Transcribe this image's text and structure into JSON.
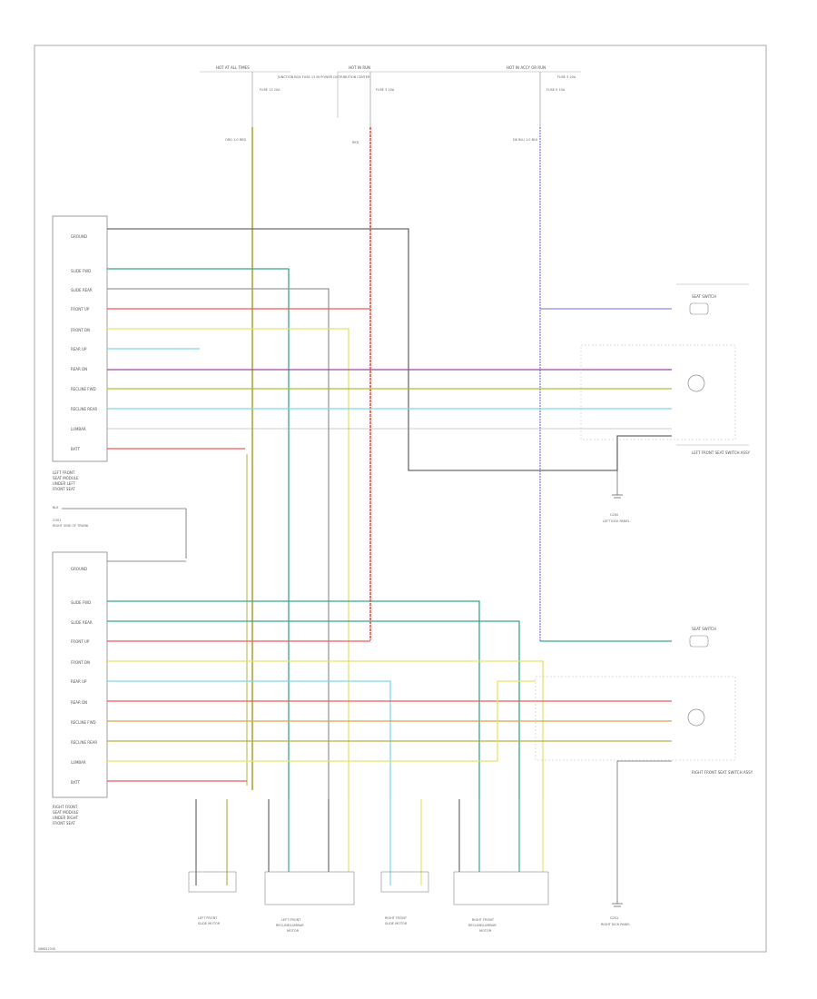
{
  "fig_id": "G00012345",
  "colors": {
    "black": "#6b6b6b",
    "green": "#3aa88b",
    "gray": "#9a9a9a",
    "red": "#f05a5a",
    "yellow": "#e8e36a",
    "cyan": "#7fd8ea",
    "purple": "#9a4a9a",
    "lime": "#a8c23a",
    "orange": "#e0a050",
    "olive": "#b8b04a",
    "blue": "#8a8ae8"
  },
  "sources": {
    "hot_at_all_times": "HOT AT ALL TIMES",
    "hot_in_run": "HOT IN RUN",
    "hot_in_accy_or_run": "HOT IN ACCY OR RUN",
    "fuse_junction_1": "JUNCTION BOX FUSE 13 IN POWER DISTRIBUTION CENTER",
    "fuse_junction_2": "FUSE 3 20A",
    "fuse_junction_3": "FUSE 9 10A",
    "fuse_text_1": "FUSE 13 20A",
    "fuse_text_2": "FUSE 3 20A",
    "fuse_text_3": "FUSE 9 10A",
    "wire_1": "ORG 1.0 RED",
    "wire_2": "RED",
    "wire_3": "DK BLU 1.0 BLU"
  },
  "module1": {
    "title_lines": [
      "LEFT FRONT",
      "SEAT MODULE",
      "UNDER LEFT",
      "FRONT SEAT"
    ],
    "pins": [
      "GROUND",
      "",
      "SLIDE FWD",
      "SLIDE REAR",
      "FRONT UP",
      "FRONT DN",
      "REAR UP",
      "REAR DN",
      "RECLINE FWD",
      "RECLINE REAR",
      "LUMBAR",
      "BATT"
    ]
  },
  "module2": {
    "title_lines": [
      "RIGHT FRONT",
      "SEAT MODULE",
      "UNDER RIGHT",
      "FRONT SEAT"
    ],
    "pins": [
      "GROUND",
      "",
      "SLIDE FWD",
      "SLIDE REAR",
      "FRONT UP",
      "FRONT DN",
      "REAR UP",
      "REAR DN",
      "RECLINE FWD",
      "RECLINE REAR",
      "LUMBAR",
      "BATT"
    ],
    "feed_label": "BLK",
    "feed_note_lines": [
      "G301",
      "RIGHT SIDE OF TRUNK"
    ]
  },
  "right_side": {
    "seat_switch_1": "SEAT SWITCH",
    "seat_switch_2": "SEAT SWITCH",
    "left_front_seat": "LEFT FRONT SEAT SWITCH ASSY",
    "right_front_seat": "RIGHT FRONT SEAT SWITCH ASSY",
    "ground_1_lines": [
      "G200",
      "LEFT KICK PANEL"
    ],
    "ground_2_lines": [
      "G201",
      "RIGHT KICK PANEL"
    ]
  },
  "motors": {
    "m1_lines": [
      "LEFT FRONT",
      "SLIDE MOTOR"
    ],
    "m2_lines": [
      "LEFT FRONT",
      "RECLINE/LUMBAR",
      "MOTOR"
    ],
    "m3_lines": [
      "RIGHT FRONT",
      "SLIDE MOTOR"
    ],
    "m4_lines": [
      "RIGHT FRONT",
      "RECLINE/LUMBAR",
      "MOTOR"
    ]
  }
}
